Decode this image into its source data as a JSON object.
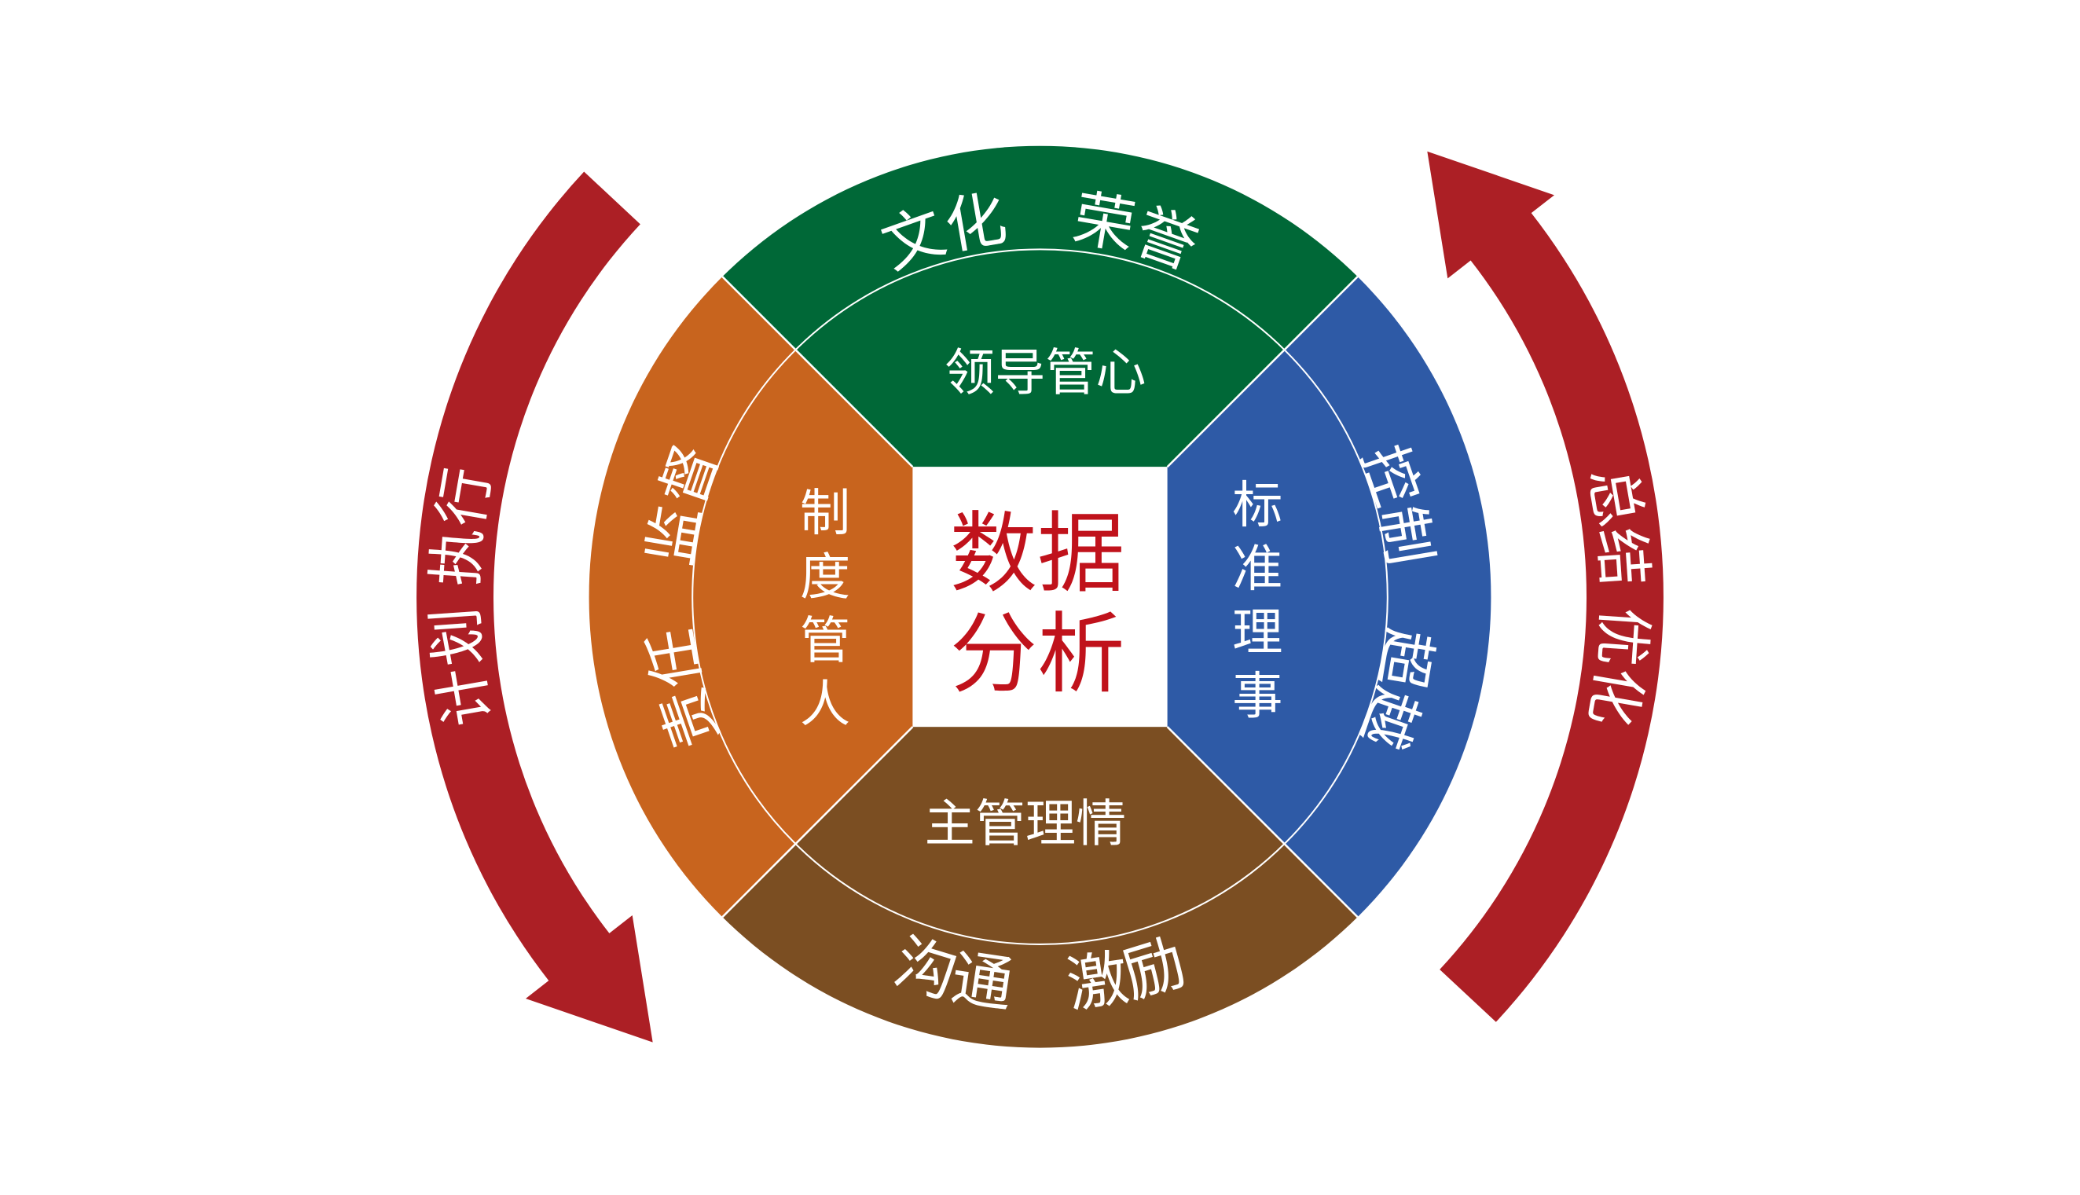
{
  "colors": {
    "culture": "#006837",
    "system": "#C8641E",
    "standard": "#2E5AA6",
    "emotion": "#7B4E22",
    "arrow": "#AC1F25",
    "center_text": "#C0121B"
  },
  "center": {
    "line1": "数据",
    "line2": "分析"
  },
  "inner": {
    "top": "领导管心",
    "bottom": "主管理情",
    "left": [
      "制",
      "度",
      "管",
      "人"
    ],
    "right": [
      "标",
      "准",
      "理",
      "事"
    ]
  },
  "outer": {
    "top": "文化　荣誉",
    "bottom": "沟通　激励",
    "left": "责任　监督",
    "right": "控制　超越"
  },
  "arrows": {
    "left": "计划 执行",
    "right": "总结 优化"
  }
}
